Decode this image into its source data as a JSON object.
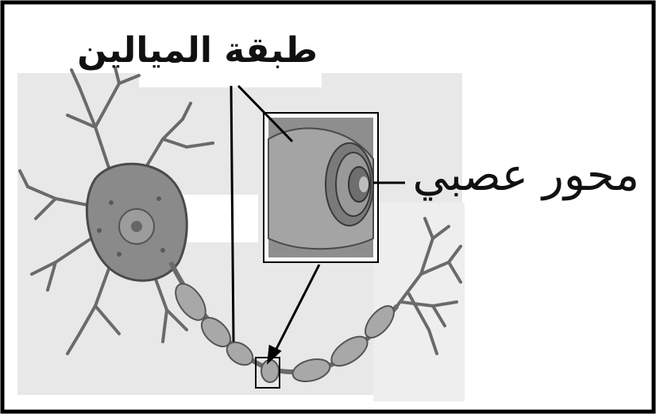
{
  "diagram": {
    "labels": {
      "myelin": "طبقة الميالين",
      "axon": "محور عصبي"
    },
    "colors": {
      "frame": "#000000",
      "background_panel": "#e6e6e6",
      "neuron_fill": "#8f8f8f",
      "neuron_stroke": "#4a4a4a",
      "myelin_fill": "#a8a8a8",
      "leader_lines": "#000000"
    },
    "icons": [
      "neuron",
      "cell-body",
      "nucleus",
      "dendrites",
      "axon",
      "myelin-sheath-segments",
      "zoom-inset-myelin-roll",
      "axon-terminals"
    ]
  }
}
